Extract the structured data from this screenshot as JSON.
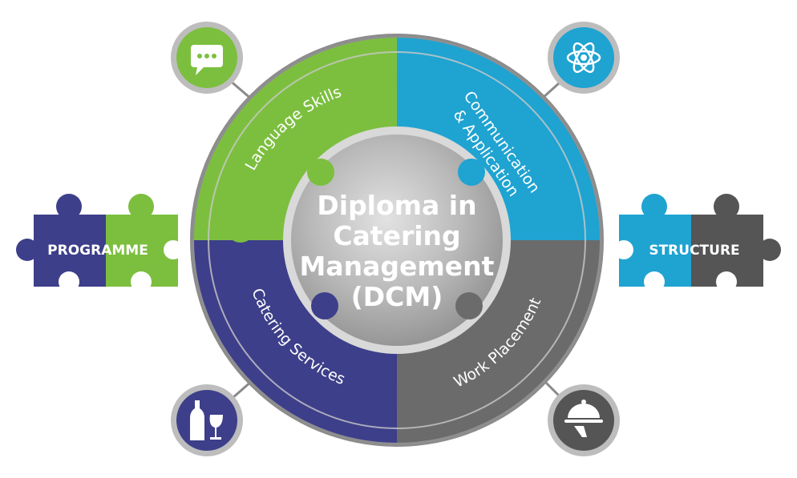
{
  "diagram": {
    "center_title_lines": [
      "Diploma in",
      "Catering",
      "Management",
      "(DCM)"
    ],
    "segments": [
      {
        "label": "Language Skills",
        "color": "#7cbf3f",
        "icon": "chat-bubble-icon"
      },
      {
        "label_lines": [
          "Communication",
          "& Application"
        ],
        "color": "#1fa3d1",
        "icon": "atom-icon"
      },
      {
        "label": "Catering Services",
        "color": "#3d3f8a",
        "icon": "wine-bottle-glass-icon"
      },
      {
        "label": "Work Placement",
        "color": "#6b6b6b",
        "icon": "serving-cloche-icon"
      }
    ],
    "left_puzzle": {
      "label": "PROGRAMME",
      "colors": [
        "#3d3f8a",
        "#7cbf3f"
      ]
    },
    "right_puzzle": {
      "label": "STRUCTURE",
      "colors": [
        "#1fa3d1",
        "#555555"
      ]
    }
  }
}
